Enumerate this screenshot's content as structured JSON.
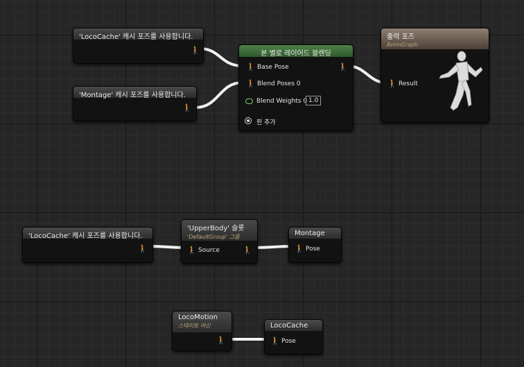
{
  "nodes": {
    "use_cache_1": {
      "title": "'LocoCache' 캐시 포즈를 사용합니다."
    },
    "use_cache_2": {
      "title": "'Montage' 캐시 포즈를 사용합니다."
    },
    "use_cache_3": {
      "title": "'LocoCache' 캐시 포즈를 사용합니다."
    },
    "layered_blend": {
      "title": "본 별로 레이어드 블렌딩",
      "base_pose": "Base Pose",
      "blend_poses": "Blend Poses 0",
      "blend_weights": "Blend Weights 0",
      "blend_weights_value": "1.0",
      "add_pin": "핀 추가"
    },
    "output_pose": {
      "title": "출력 포즈",
      "subtitle": "AnimGraph",
      "result": "Result"
    },
    "slot": {
      "title": "'UpperBody' 슬롯",
      "subtitle": "'DefaultGroup' 그룹",
      "source": "Source"
    },
    "montage_save": {
      "title": "Montage",
      "pose": "Pose"
    },
    "state_machine": {
      "title": "LocoMotion",
      "subtitle": "스테이트 머신"
    },
    "loco_save": {
      "title": "LocoCache",
      "pose": "Pose"
    }
  },
  "colors": {
    "graph_bg": "#262626",
    "blend_header": "#3f6b3a",
    "output_header": "#7a6a5a",
    "subtitle_text": "#bca77b",
    "float_pin": "#7fd46a"
  },
  "icons": {
    "pose_pin": "pose-pin-icon",
    "float_pin": "float-pin-icon",
    "add_pin": "add-pin-icon",
    "mannequin": "mannequin-icon"
  }
}
